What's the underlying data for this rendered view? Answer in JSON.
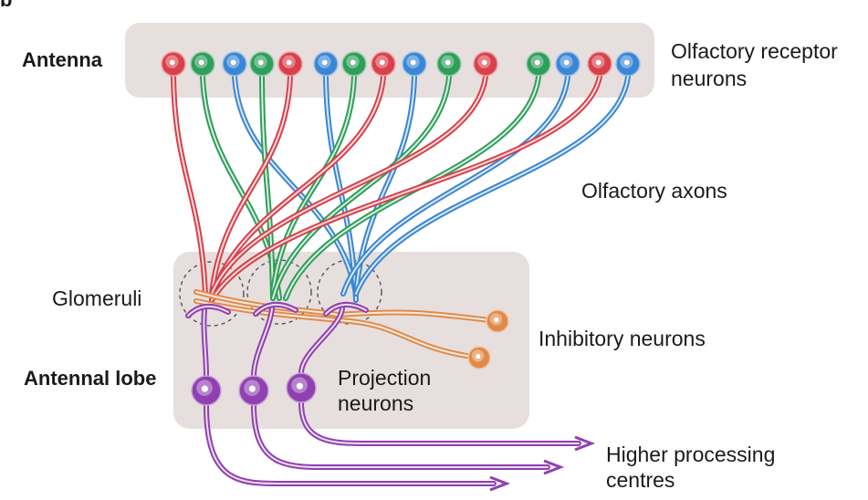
{
  "panel_letter": "b",
  "labels": {
    "antenna": "Antenna",
    "receptor_line1": "Olfactory receptor",
    "receptor_line2": "neurons",
    "axons": "Olfactory axons",
    "glomeruli": "Glomeruli",
    "inhibitory": "Inhibitory neurons",
    "antennal_lobe": "Antennal lobe",
    "projection_line1": "Projection",
    "projection_line2": "neurons",
    "higher_line1": "Higher processing",
    "higher_line2": "centres"
  },
  "colors": {
    "red": "#d8404a",
    "green": "#2f9e5a",
    "blue": "#3a86d4",
    "orange": "#e08a4a",
    "purple": "#9040b0",
    "box": "#e6dfdd"
  },
  "receptor_neurons": [
    {
      "color": "red",
      "glomerulus": 0
    },
    {
      "color": "green",
      "glomerulus": 1
    },
    {
      "color": "blue",
      "glomerulus": 2
    },
    {
      "color": "green",
      "glomerulus": 1
    },
    {
      "color": "red",
      "glomerulus": 0
    },
    {
      "color": "blue",
      "glomerulus": 2
    },
    {
      "color": "green",
      "glomerulus": 1
    },
    {
      "color": "red",
      "glomerulus": 0
    },
    {
      "color": "blue",
      "glomerulus": 2
    },
    {
      "color": "green",
      "glomerulus": 1
    },
    {
      "color": "red",
      "glomerulus": 0
    },
    {
      "color": "green",
      "glomerulus": 1
    },
    {
      "color": "blue",
      "glomerulus": 2
    },
    {
      "color": "red",
      "glomerulus": 0
    },
    {
      "color": "blue",
      "glomerulus": 2
    }
  ],
  "glomeruli": [
    {
      "id": 0
    },
    {
      "id": 1
    },
    {
      "id": 2
    }
  ],
  "inhibitory_neurons": 2,
  "projection_neurons": 3
}
